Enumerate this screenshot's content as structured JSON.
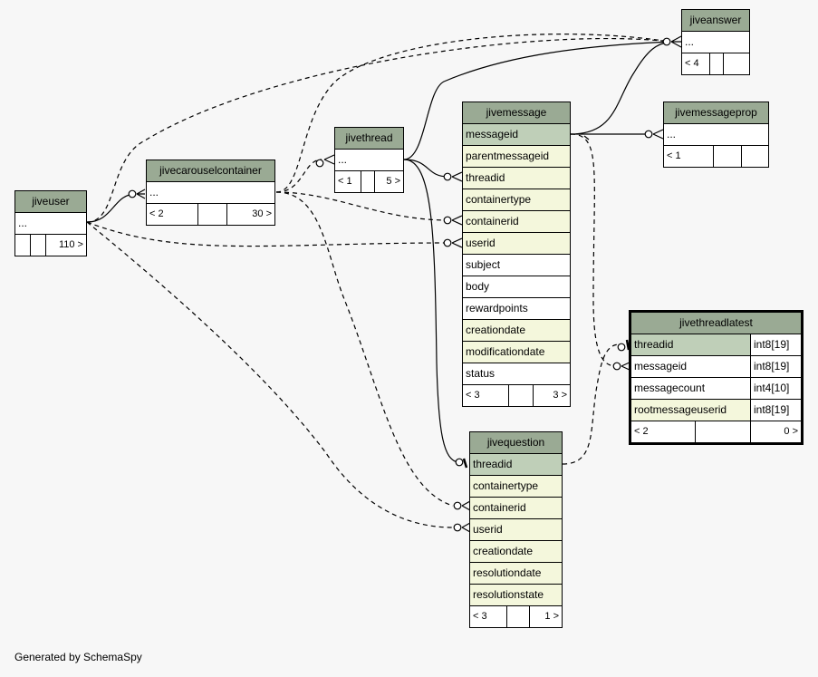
{
  "footer": "Generated by SchemaSpy",
  "colors": {
    "header": "#9aaa94",
    "primary_key": "#bfcfb8",
    "foreign_key": "#f4f7dc",
    "background": "#f7f7f7"
  },
  "tables": {
    "jiveuser": {
      "name": "jiveuser",
      "cols": [
        "..."
      ],
      "foot": [
        "",
        "",
        "110 >"
      ]
    },
    "jivecarouselcontainer": {
      "name": "jivecarouselcontainer",
      "cols": [
        "..."
      ],
      "foot": [
        "< 2",
        "",
        "30 >"
      ]
    },
    "jivethread": {
      "name": "jivethread",
      "cols": [
        "..."
      ],
      "foot": [
        "< 1",
        "",
        "5 >"
      ]
    },
    "jivemessage": {
      "name": "jivemessage",
      "cols": [
        "messageid",
        "parentmessageid",
        "threadid",
        "containertype",
        "containerid",
        "userid",
        "subject",
        "body",
        "rewardpoints",
        "creationdate",
        "modificationdate",
        "status"
      ],
      "foot": [
        "< 3",
        "",
        "3 >"
      ]
    },
    "jiveanswer": {
      "name": "jiveanswer",
      "cols": [
        "..."
      ],
      "foot": [
        "< 4",
        "",
        ""
      ]
    },
    "jivemessageprop": {
      "name": "jivemessageprop",
      "cols": [
        "..."
      ],
      "foot": [
        "< 1",
        "",
        ""
      ]
    },
    "jivethreadlatest": {
      "name": "jivethreadlatest",
      "cols": [
        {
          "name": "threadid",
          "type": "int8[19]"
        },
        {
          "name": "messageid",
          "type": "int8[19]"
        },
        {
          "name": "messagecount",
          "type": "int4[10]"
        },
        {
          "name": "rootmessageuserid",
          "type": "int8[19]"
        }
      ],
      "foot": [
        "< 2",
        "",
        "0 >"
      ]
    },
    "jivequestion": {
      "name": "jivequestion",
      "cols": [
        "threadid",
        "containertype",
        "containerid",
        "userid",
        "creationdate",
        "resolutiondate",
        "resolutionstate"
      ],
      "foot": [
        "< 3",
        "",
        "1 >"
      ]
    }
  }
}
